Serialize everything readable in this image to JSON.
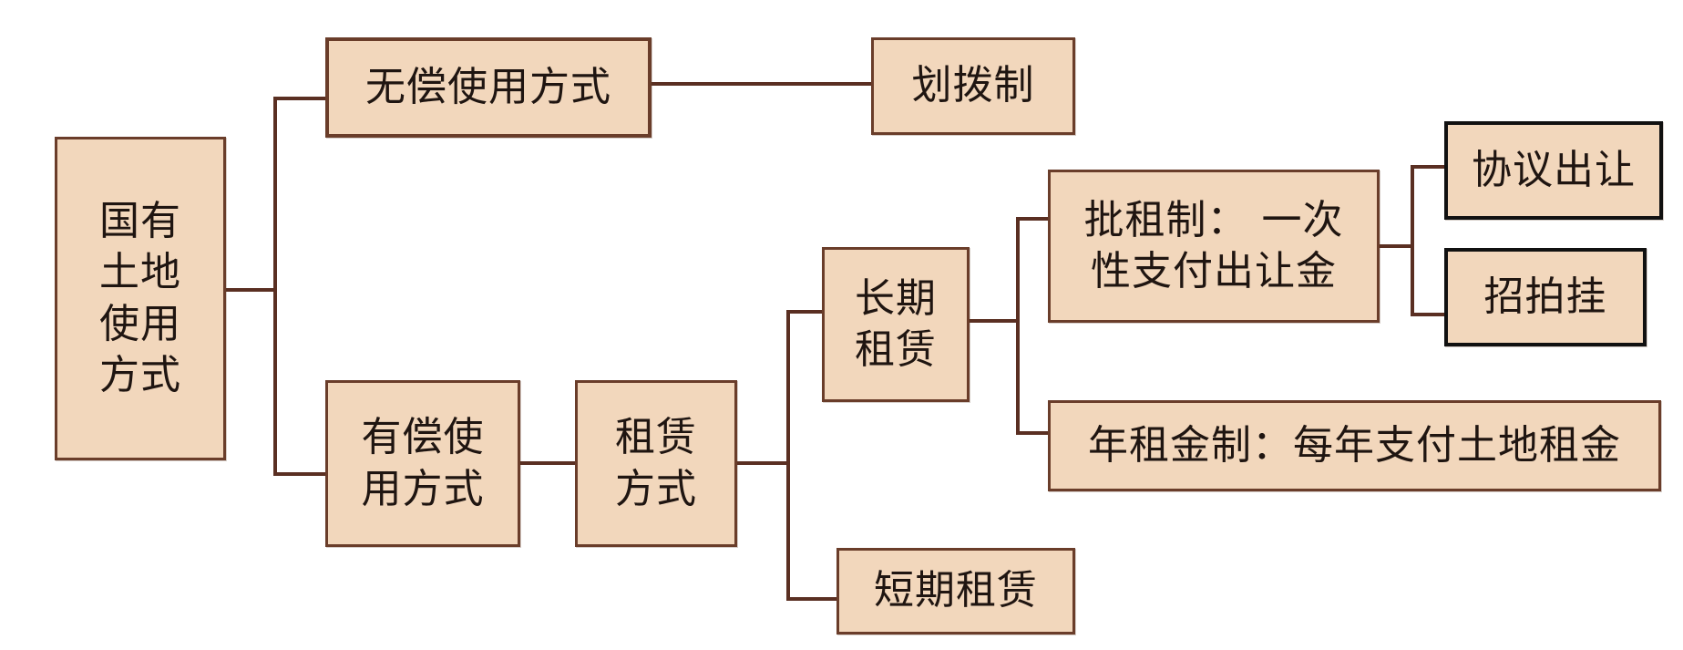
{
  "nodes": {
    "root": "国有\n土地\n使用\n方式",
    "gratuitous": "无偿使用方式",
    "allocation": "划拨制",
    "paid": "有偿使\n用方式",
    "lease": "租赁\n方式",
    "long_term": "长期\n租赁",
    "short_term": "短期租赁",
    "approval": "批租制： 一次\n性支付出让金",
    "annual": "年租金制：每年支付土地租金",
    "negotiated": "协议出让",
    "auction": "招拍挂"
  },
  "colors": {
    "node_fill": "#f2d7bc",
    "node_border": "#6a3d2a",
    "connector": "#5a2f22",
    "text": "#1f1511"
  }
}
